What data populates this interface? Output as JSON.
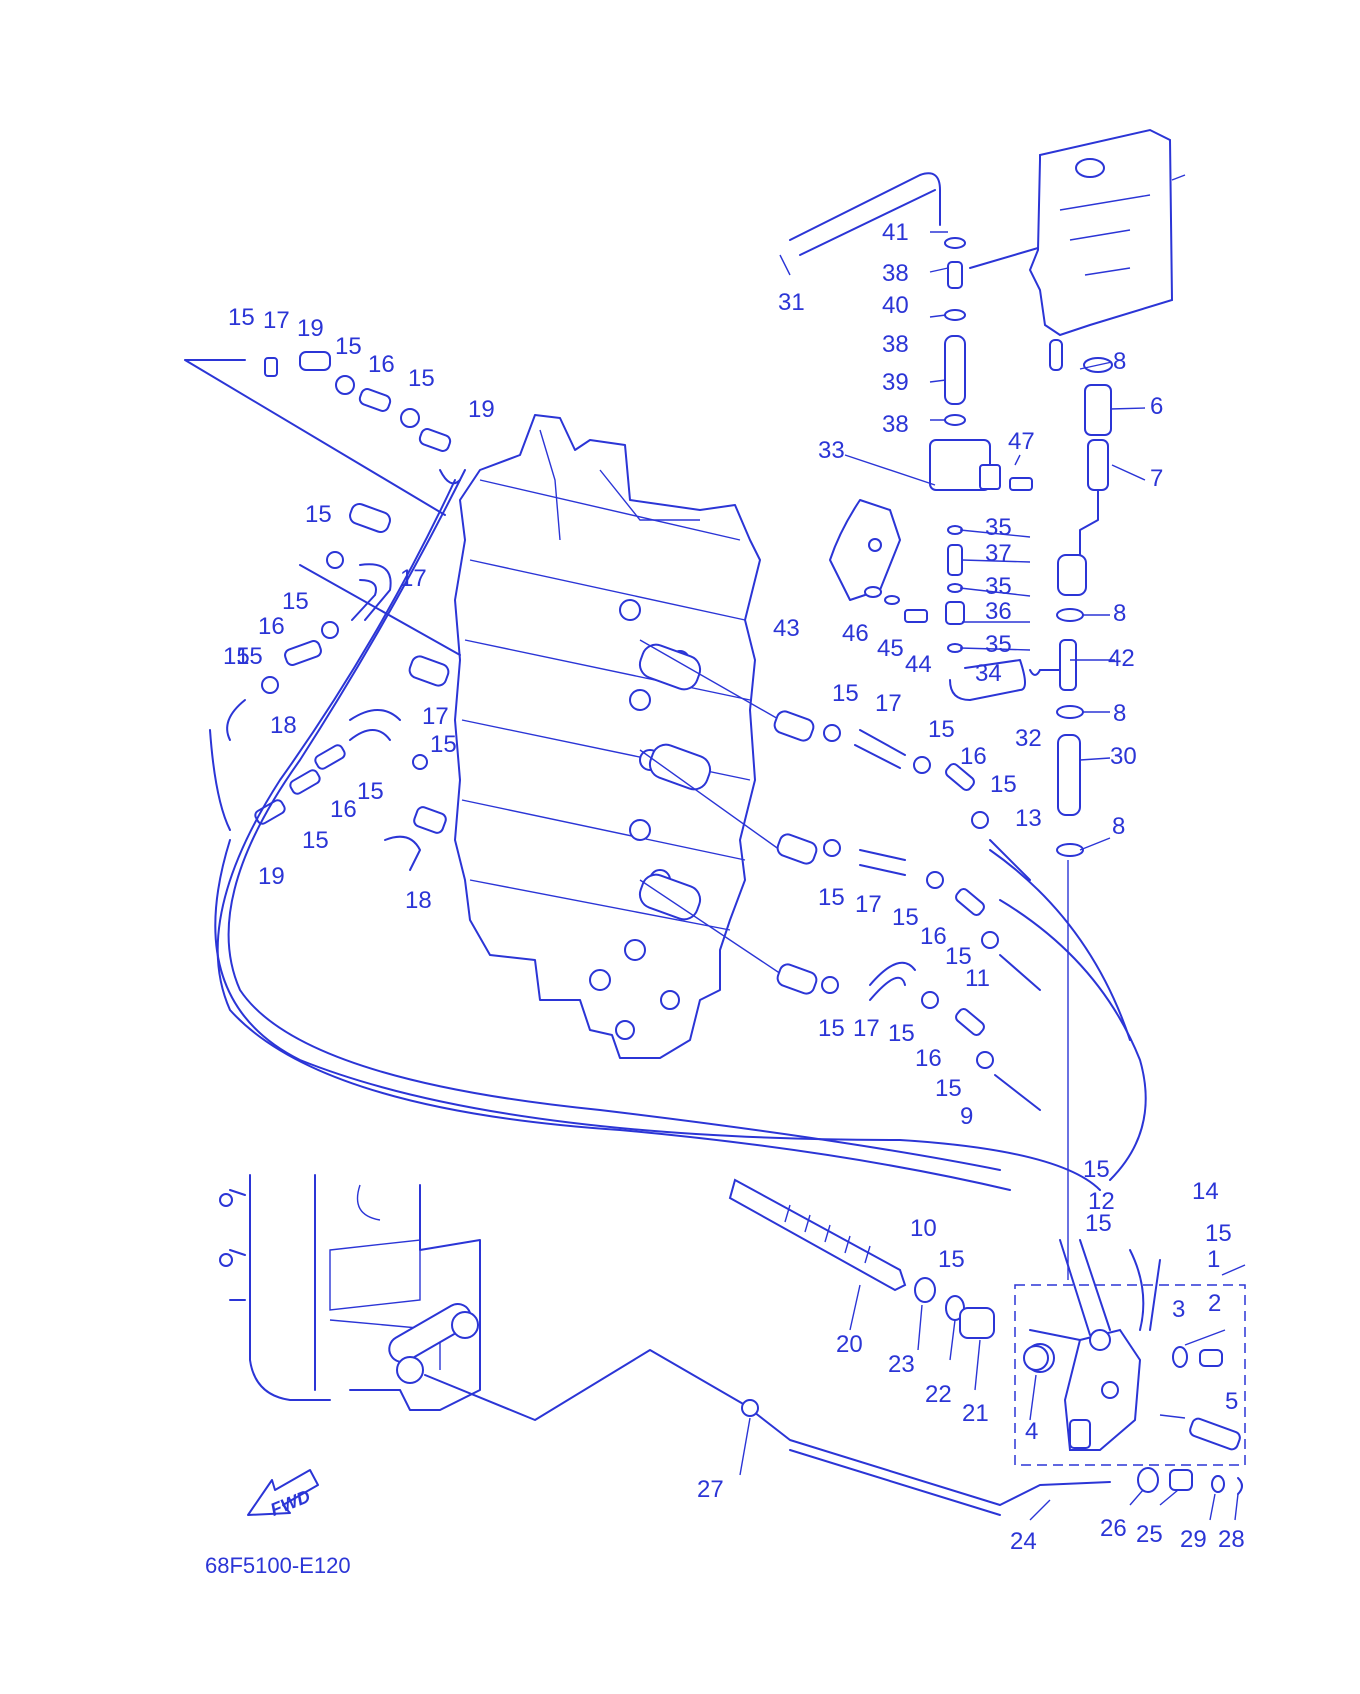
{
  "diagram": {
    "code": "68F5100-E120",
    "fwd_label": "FWD",
    "colors": {
      "ink": "#2b35d6",
      "paper": "#ffffff"
    },
    "callouts": [
      "15",
      "17",
      "19",
      "15",
      "16",
      "15",
      "19",
      "15",
      "15",
      "17",
      "15",
      "16",
      "15",
      "18",
      "17",
      "15",
      "15",
      "16",
      "15",
      "19",
      "18",
      "31",
      "41",
      "38",
      "40",
      "38",
      "39",
      "38",
      "33",
      "47",
      "35",
      "37",
      "35",
      "36",
      "35",
      "34",
      "43",
      "46",
      "45",
      "44",
      "32",
      "8",
      "6",
      "7",
      "8",
      "42",
      "8",
      "30",
      "8",
      "15",
      "17",
      "15",
      "16",
      "15",
      "13",
      "15",
      "17",
      "15",
      "16",
      "15",
      "11",
      "15",
      "17",
      "15",
      "16",
      "15",
      "9",
      "10",
      "15",
      "15",
      "12",
      "14",
      "15",
      "15",
      "1",
      "2",
      "3",
      "4",
      "5",
      "20",
      "23",
      "22",
      "21",
      "27",
      "24",
      "26",
      "25",
      "29",
      "28"
    ]
  }
}
